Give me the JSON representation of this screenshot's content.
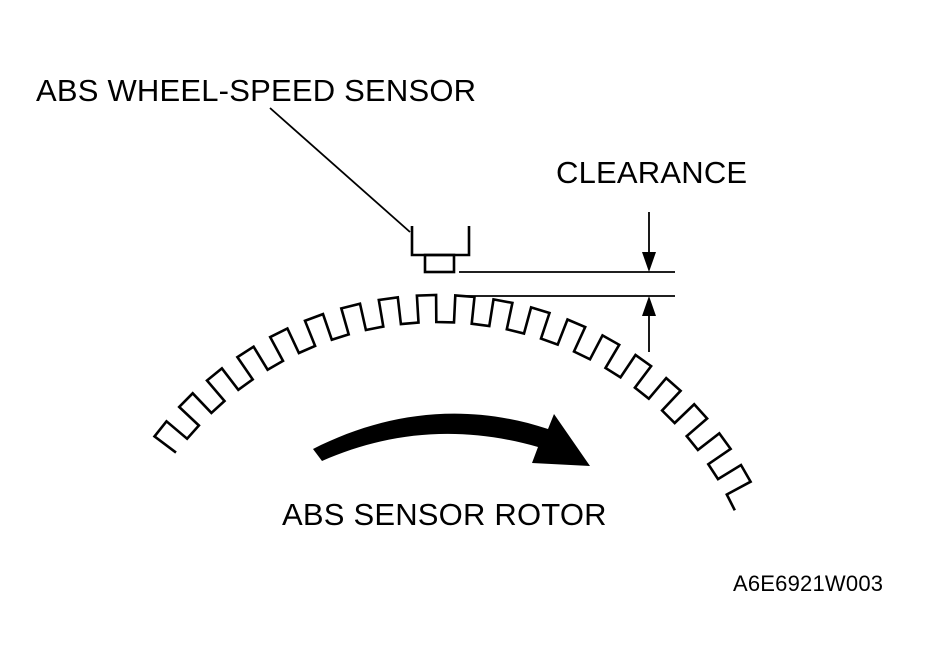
{
  "labels": {
    "sensor": "ABS WHEEL-SPEED SENSOR",
    "clearance": "CLEARANCE",
    "rotor": "ABS SENSOR ROTOR",
    "figure_code": "A6E6921W003"
  },
  "colors": {
    "ink": "#000000",
    "background": "#ffffff"
  },
  "icons": {
    "rotation": "curved-arrow-icon",
    "gap_top": "arrow-down-icon",
    "gap_bottom": "arrow-up-icon"
  }
}
